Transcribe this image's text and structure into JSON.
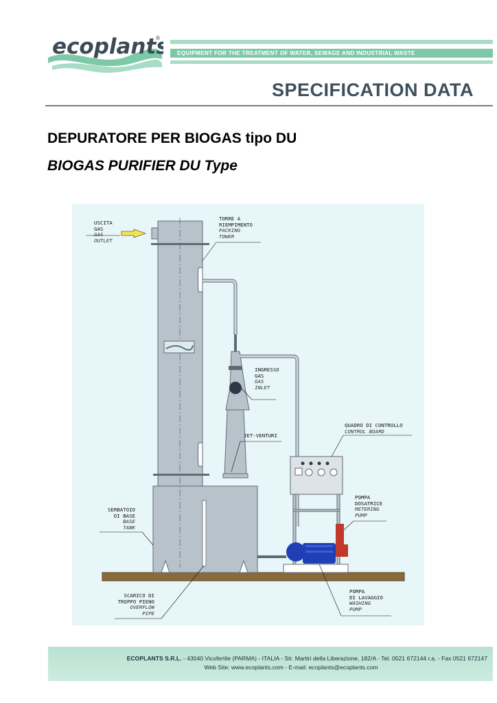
{
  "header": {
    "logo_text": "ecoplants",
    "logo_mark": "®",
    "equipment_line": "EQUIPMENT   FOR   THE   TREATMENT   OF   WATER,   SEWAGE   AND   INDUSTRIAL   WASTE",
    "spec_title": "SPECIFICATION DATA"
  },
  "title_it": "DEPURATORE PER BIOGAS tipo DU",
  "title_en": "BIOGAS PURIFIER DU Type",
  "diagram": {
    "labels": {
      "gas_outlet": {
        "it_1": "USCITA",
        "it_2": "GAS",
        "en_1": "GAS",
        "en_2": "OUTLET"
      },
      "packing_tower": {
        "it_1": "TORRE A",
        "it_2": "RIEMPIMENTO",
        "en_1": "PACKING",
        "en_2": "TOWER"
      },
      "gas_inlet": {
        "it_1": "INGRESSO",
        "it_2": "GAS",
        "en_1": "GAS",
        "en_2": "INLET"
      },
      "control_board": {
        "it": "QUADRO DI CONTROLLO",
        "en": "CONTROL BOARD"
      },
      "jet_venturi": {
        "it": "JET-VENTURI"
      },
      "metering_pump": {
        "it_1": "POMPA",
        "it_2": "DOSATRICE",
        "en_1": "METERING",
        "en_2": "PUMP"
      },
      "base_tank": {
        "it_1": "SERBATOIO",
        "it_2": "DI BASE",
        "en_1": "BASE",
        "en_2": "TANK"
      },
      "overflow_pipe": {
        "it_1": "SCARICO DI",
        "it_2": "TROPPO PIENO",
        "en_1": "OVERFLOW",
        "en_2": "PIPE"
      },
      "washing_pump": {
        "it_1": "POMPA",
        "it_2": "DI LAVAGGIO",
        "en_1": "WASHING",
        "en_2": "PUMP"
      }
    }
  },
  "footer": {
    "company": "ECOPLANTS S.R.L.",
    "address": " - 43040 Vicofertile (PARMA) - ITALIA - Str. Martiri della Liberazione, 182/A - Tel. 0521 672144 r.a. - Fax 0521 672147",
    "web": "Web Site: www.ecoplants.com - E-mail: ecoplants@ecoplants.com"
  },
  "colors": {
    "band": "#7dc9a7",
    "spec_title": "#3d4f5c",
    "diagram_bg": "#e7f6f8",
    "tower": "#b8c2ca",
    "floor": "#8a6a3b",
    "pump_blue": "#1f3fb5",
    "metering_red": "#c0392b"
  }
}
